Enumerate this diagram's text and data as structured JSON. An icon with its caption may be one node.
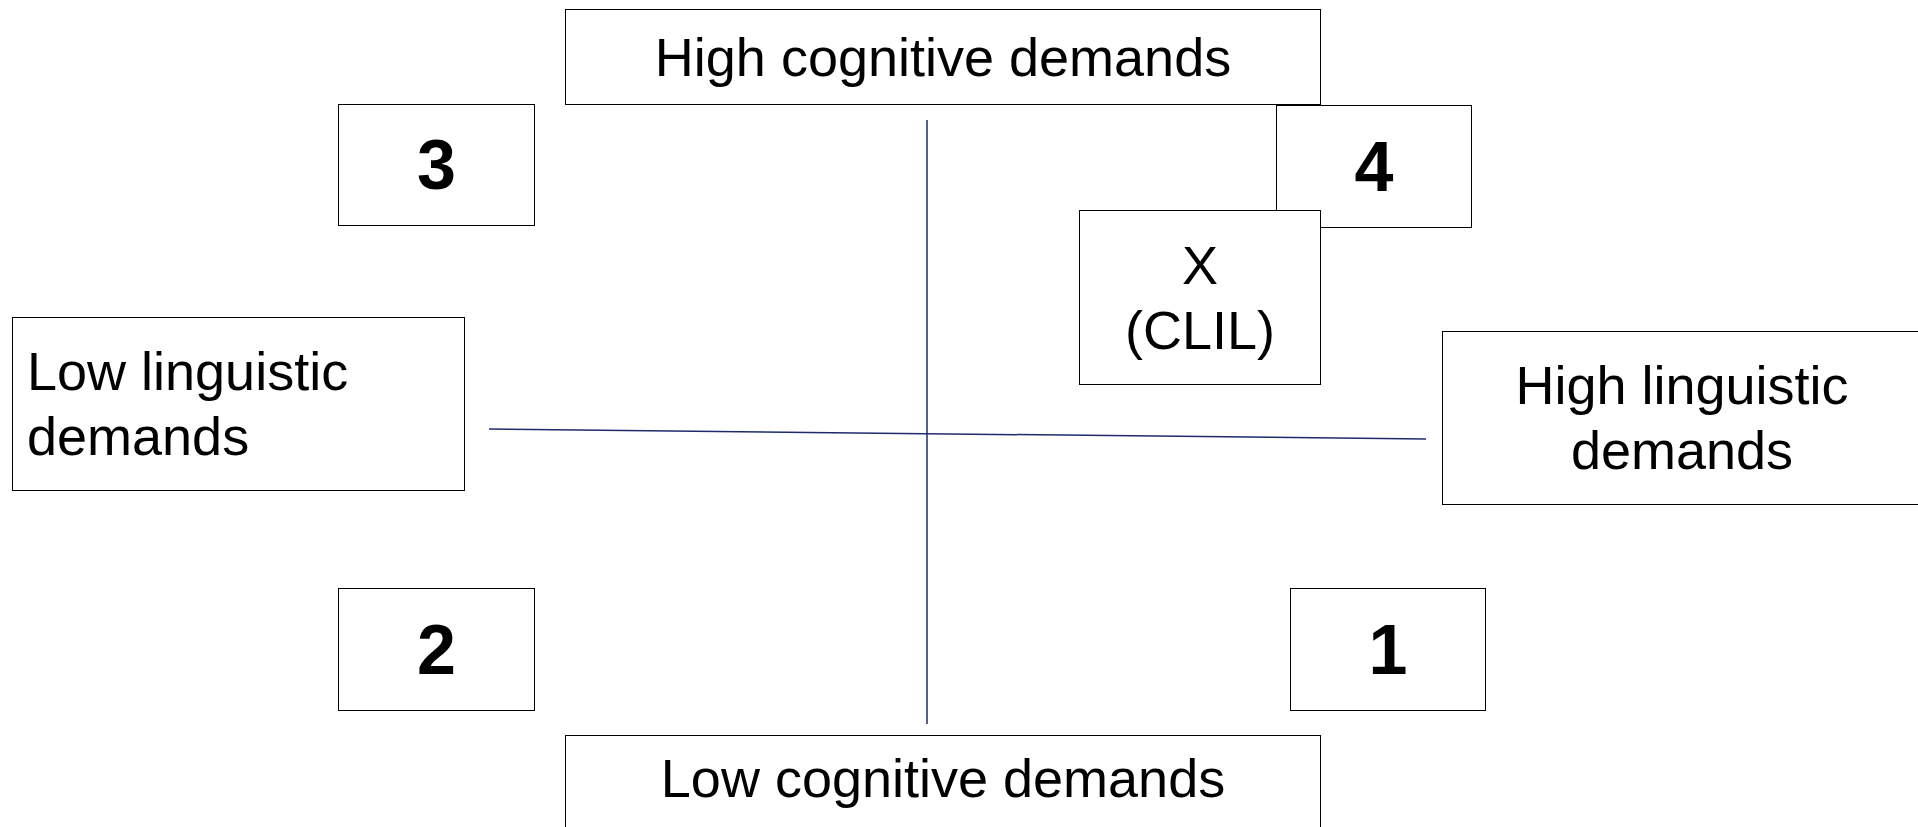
{
  "diagram": {
    "nodes": [
      {
        "text": [
          "High cognitive demands"
        ]
      },
      {
        "text": [
          "3"
        ]
      },
      {
        "text": [
          "4"
        ]
      },
      {
        "text": [
          "X (CLIL)"
        ]
      },
      {
        "text": [
          "Low linguistic demands"
        ]
      },
      {
        "text": [
          "High linguistic demands"
        ]
      },
      {
        "text": [
          "2"
        ]
      },
      {
        "text": [
          "1"
        ]
      },
      {
        "text": [
          "Low cognitive demands"
        ]
      }
    ],
    "edges": []
  }
}
